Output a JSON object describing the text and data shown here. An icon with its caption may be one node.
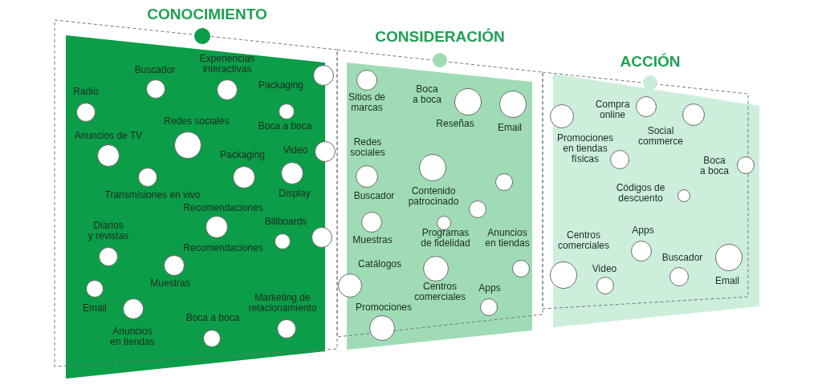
{
  "diagram": {
    "nodes": [
      {
        "text": [
          "CONOCIMIENTO",
          "Buscador",
          "Experiencias interactivas",
          "Packaging",
          "Radio",
          "Redes sociales",
          "Boca a boca",
          "Anuncios de TV",
          "Video",
          "Packaging",
          "Transmisiones en vivo",
          "Display",
          "Recomendaciones",
          "Billboards",
          "Diarios y revistas",
          "Recomendaciones",
          "Muestras",
          "Email",
          "Marketing de relacionamiento",
          "Boca a boca",
          "Anuncios en tiendas"
        ]
      },
      {
        "text": [],
        "shape": "circle"
      },
      {
        "text": [],
        "shape": "circle",
        "in": 0
      },
      {
        "text": [],
        "shape": "circle",
        "in": 0
      },
      {
        "text": [],
        "shape": "circle",
        "in": 0
      },
      {
        "text": [],
        "shape": "circle",
        "in": 0
      },
      {
        "text": [],
        "shape": "circle",
        "in": 0
      },
      {
        "text": [],
        "shape": "circle",
        "in": 0
      },
      {
        "text": [],
        "shape": "circle",
        "in": 0
      },
      {
        "text": [],
        "shape": "circle",
        "in": 0
      },
      {
        "text": [],
        "shape": "circle",
        "in": 0
      },
      {
        "text": [],
        "shape": "circle",
        "in": 0
      },
      {
        "text": [],
        "shape": "circle",
        "in": 0
      },
      {
        "text": [],
        "shape": "circle",
        "in": 0
      },
      {
        "text": [],
        "shape": "circle",
        "in": 0
      },
      {
        "text": [],
        "shape": "circle",
        "in": 0
      },
      {
        "text": [],
        "shape": "circle",
        "in": 0
      },
      {
        "text": [],
        "shape": "circle",
        "in": 0
      },
      {
        "text": [],
        "shape": "circle",
        "in": 0
      },
      {
        "text": [],
        "shape": "circle",
        "in": 0
      },
      {
        "text": [],
        "shape": "circle",
        "in": 0
      },
      {
        "text": [],
        "shape": "circle",
        "in": 0
      },
      {
        "text": [
          "CONSIDERACIÓN",
          "Sitios de marcas",
          "Boca a boca",
          "Reseñas",
          "Email",
          "Redes sociales",
          "Buscador",
          "Contenido patrocinado",
          "Muestras",
          "Programas de fidelidad",
          "Anuncios en tiendas",
          "Catálogos",
          "Centros comerciales",
          "Apps",
          "Promociones"
        ]
      },
      {
        "text": [],
        "shape": "circle"
      },
      {
        "text": [],
        "shape": "circle",
        "in": 22
      },
      {
        "text": [],
        "shape": "circle",
        "in": 22
      },
      {
        "text": [],
        "shape": "circle",
        "in": 22
      },
      {
        "text": [],
        "shape": "circle",
        "in": 22
      },
      {
        "text": [],
        "shape": "circle",
        "in": 22
      },
      {
        "text": [],
        "shape": "circle",
        "in": 22
      },
      {
        "text": [],
        "shape": "circle",
        "in": 22
      },
      {
        "text": [],
        "shape": "circle",
        "in": 22
      },
      {
        "text": [],
        "shape": "circle",
        "in": 22
      },
      {
        "text": [],
        "shape": "circle",
        "in": 22
      },
      {
        "text": [],
        "shape": "circle",
        "in": 22
      },
      {
        "text": [],
        "shape": "circle",
        "in": 22
      },
      {
        "text": [],
        "shape": "circle",
        "in": 22
      },
      {
        "text": [],
        "shape": "circle",
        "in": 22
      },
      {
        "text": [
          "ACCIÓN",
          "Compra online",
          "Social commerce",
          "Promociones en tiendas físicas",
          "Boca a boca",
          "Códigos de descuento",
          "Apps",
          "Centros comerciales",
          "Buscador",
          "Video",
          "Email"
        ]
      },
      {
        "text": [],
        "shape": "circle"
      },
      {
        "text": [],
        "shape": "circle",
        "in": 38
      },
      {
        "text": [],
        "shape": "circle",
        "in": 38
      },
      {
        "text": [],
        "shape": "circle",
        "in": 38
      },
      {
        "text": [],
        "shape": "circle",
        "in": 38
      },
      {
        "text": [],
        "shape": "circle",
        "in": 38
      },
      {
        "text": [],
        "shape": "circle",
        "in": 38
      },
      {
        "text": [],
        "shape": "circle",
        "in": 38
      },
      {
        "text": [],
        "shape": "circle",
        "in": 38
      },
      {
        "text": [],
        "shape": "circle",
        "in": 38
      },
      {
        "text": [],
        "shape": "circle",
        "in": 38
      },
      {
        "text": [],
        "shape": "circle",
        "in": 38
      }
    ],
    "edges": []
  }
}
